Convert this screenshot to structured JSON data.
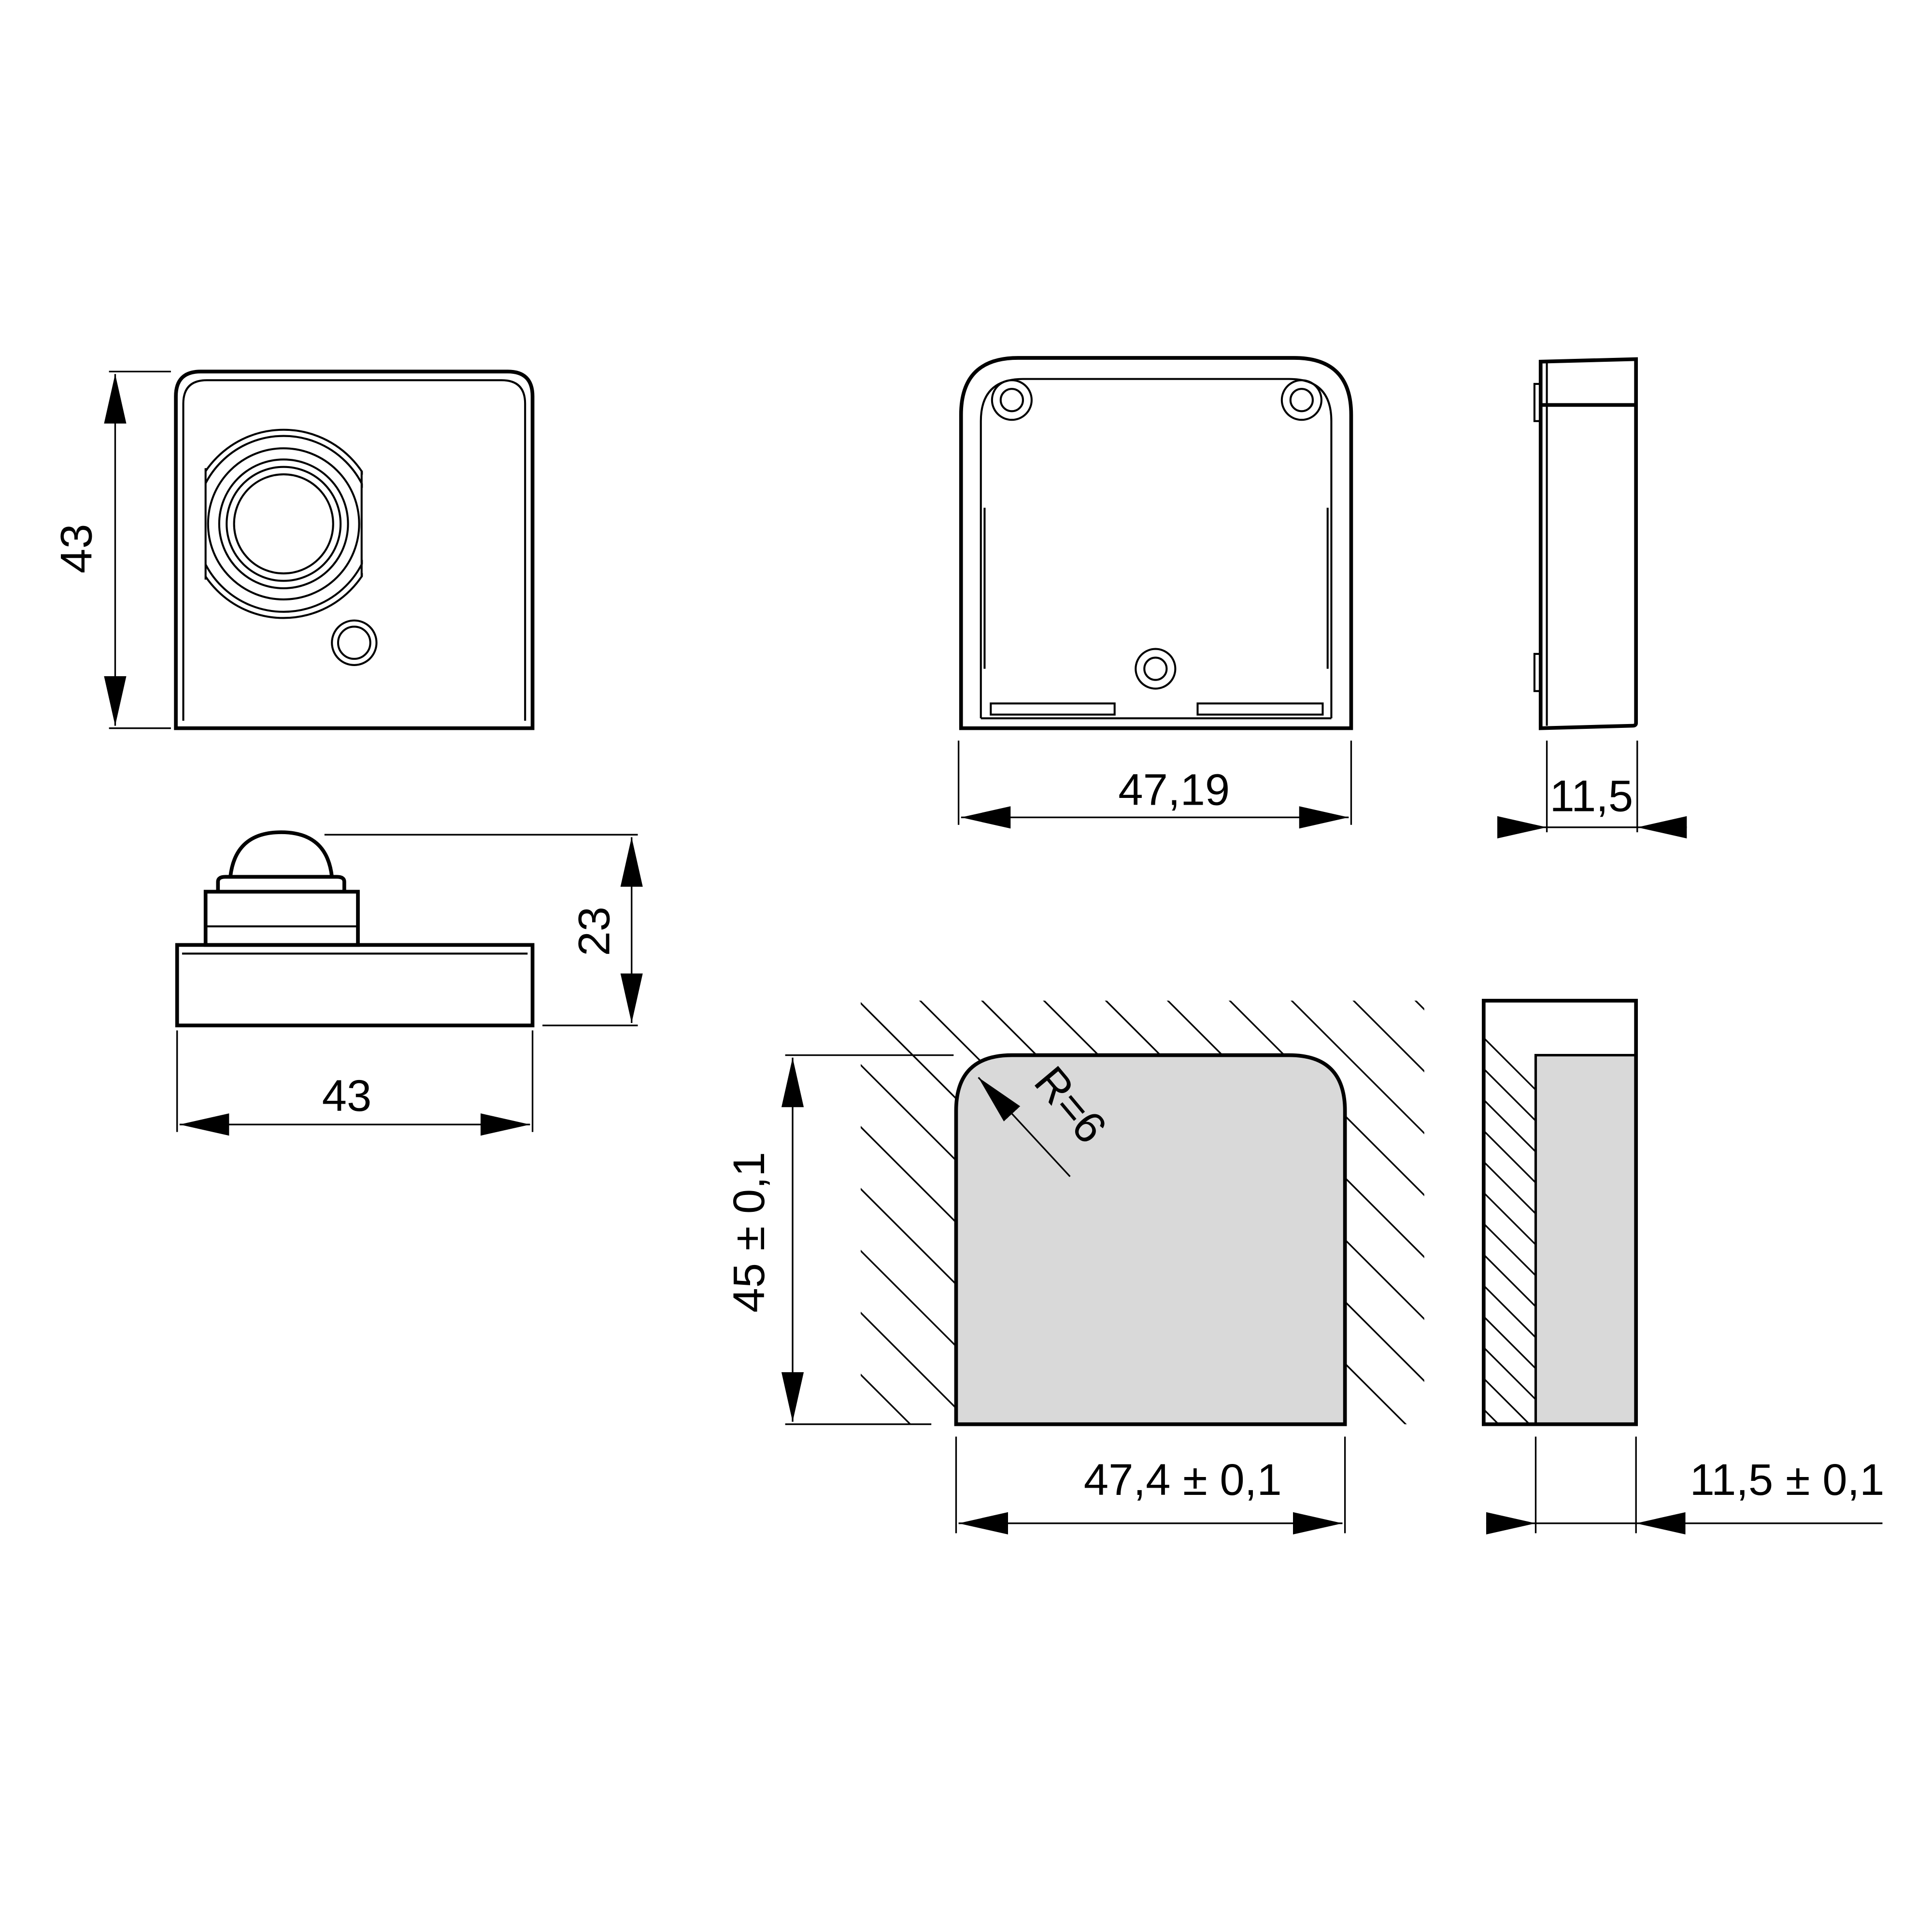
{
  "dimensions": {
    "front_height": "43",
    "side_height": "23",
    "side_width": "43",
    "back_width": "47,19",
    "profile_depth": "11,5",
    "cutout_height": "45 ± 0,1",
    "cutout_width": "47,4 ± 0,1",
    "cutout_depth": "11,5 ± 0,1",
    "corner_radius": "R=6"
  },
  "colors": {
    "cutout_fill": "#d9d9d9",
    "line": "#000000"
  }
}
